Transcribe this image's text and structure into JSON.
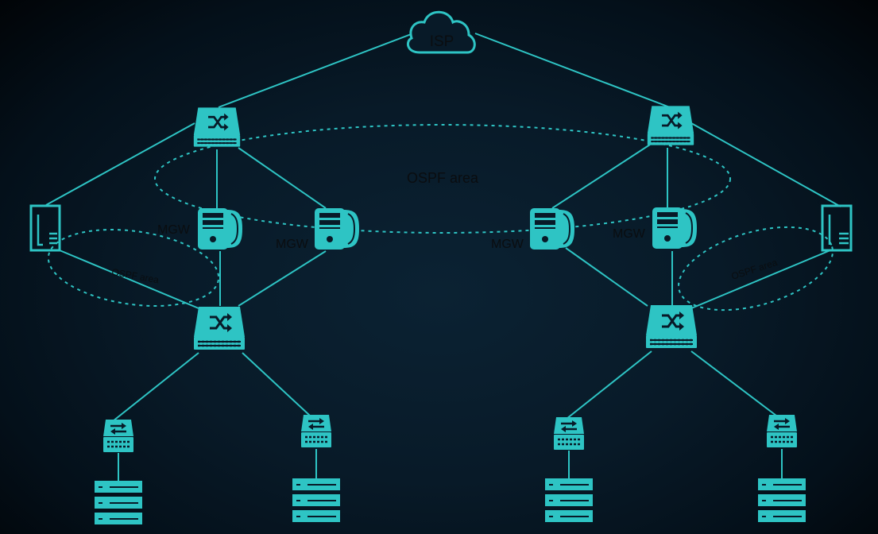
{
  "diagram": {
    "cloud_label": "ISP",
    "ospf_label": "OSPF area",
    "mgw_label": "MGW",
    "edge_label_left": "OSPF area",
    "edge_label_right": "OSPF area"
  },
  "colors": {
    "accent": "#2ec4c4",
    "background": "#081a28",
    "label_text": "#0a0d10"
  },
  "icons": {
    "cloud": "cloud-icon",
    "core_switch": "core-switch-icon",
    "access_switch": "access-switch-icon",
    "gateway": "media-gateway-icon",
    "firewall": "firewall-icon",
    "server_stack": "server-rack-icon"
  }
}
